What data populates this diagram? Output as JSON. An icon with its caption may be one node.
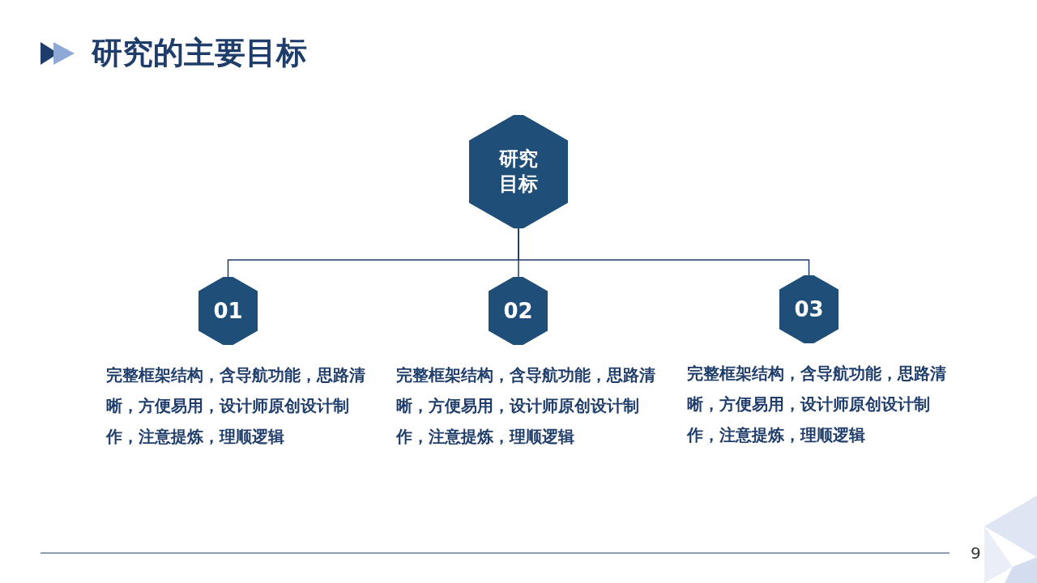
{
  "diagram": {
    "title": "研究的主要目标",
    "nodes": [
      {
        "text": [
          "研究目标"
        ]
      },
      {
        "text": [
          "01"
        ],
        "beside": [
          "完整框架结构，含导航功能，思路清晰，方便易用，设计师原创设计制作，注意提炼，理顺逻辑"
        ]
      },
      {
        "text": [
          "02"
        ],
        "beside": [
          "完整框架结构，含导航功能，思路清晰，方便易用，设计师原创设计制作，注意提炼，理顺逻辑"
        ]
      },
      {
        "text": [
          "03"
        ],
        "beside": [
          "完整框架结构，含导航功能，思路清晰，方便易用，设计师原创设计制作，注意提炼，理顺逻辑"
        ]
      }
    ],
    "edges": [
      {
        "from": 0,
        "to": 1,
        "arrow": "none"
      },
      {
        "from": 0,
        "to": 2,
        "arrow": "none"
      },
      {
        "from": 0,
        "to": 3,
        "arrow": "none"
      }
    ],
    "labels": [
      "9"
    ]
  }
}
